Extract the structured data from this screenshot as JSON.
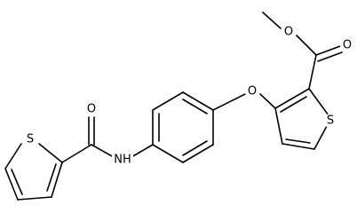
{
  "atoms": {
    "o_methoxy": "O",
    "o_carbonyl_ester": "O",
    "s_right": "S",
    "o_ether": "O",
    "o_amide": "O",
    "nh": "NH",
    "s_left": "S"
  }
}
